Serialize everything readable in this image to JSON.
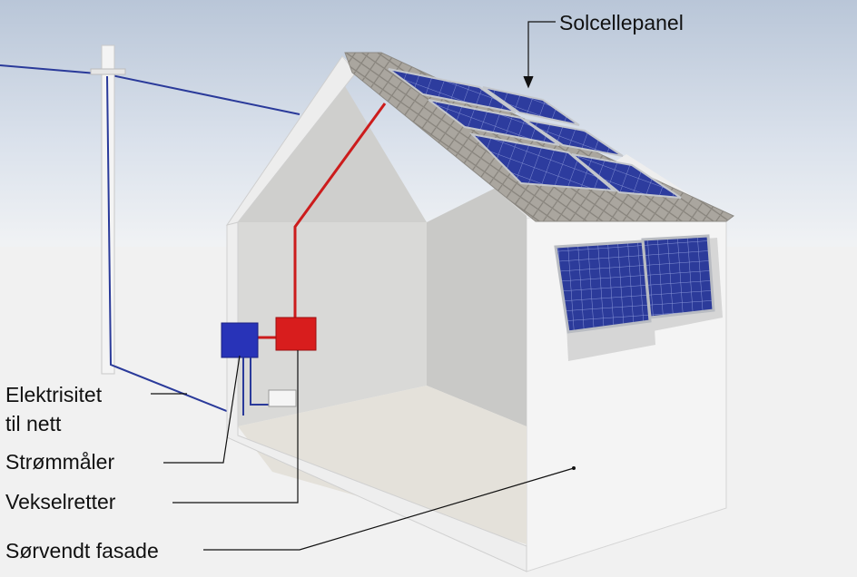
{
  "labels": {
    "solar_panel": "Solcellepanel",
    "grid_line1": "Elektrisitet",
    "grid_line2": "til nett",
    "meter": "Strømmåler",
    "inverter": "Vekselretter",
    "facade": "Sørvendt fasade"
  },
  "colors": {
    "sky": "#c7d2e0",
    "ground": "#f2f2f2",
    "wall_exterior": "#f3f3f3",
    "wall_interior": "#d9d9d7",
    "roof_tiles": "#a7a39c",
    "panel": "#2c3b9a",
    "frame": "#b9bcc2",
    "grid_wire": "#2a3a9a",
    "dc_wire": "#cc1c1c",
    "meter_box": "#2833b8",
    "inverter_box": "#d81d1d",
    "leader_line": "#111111"
  }
}
